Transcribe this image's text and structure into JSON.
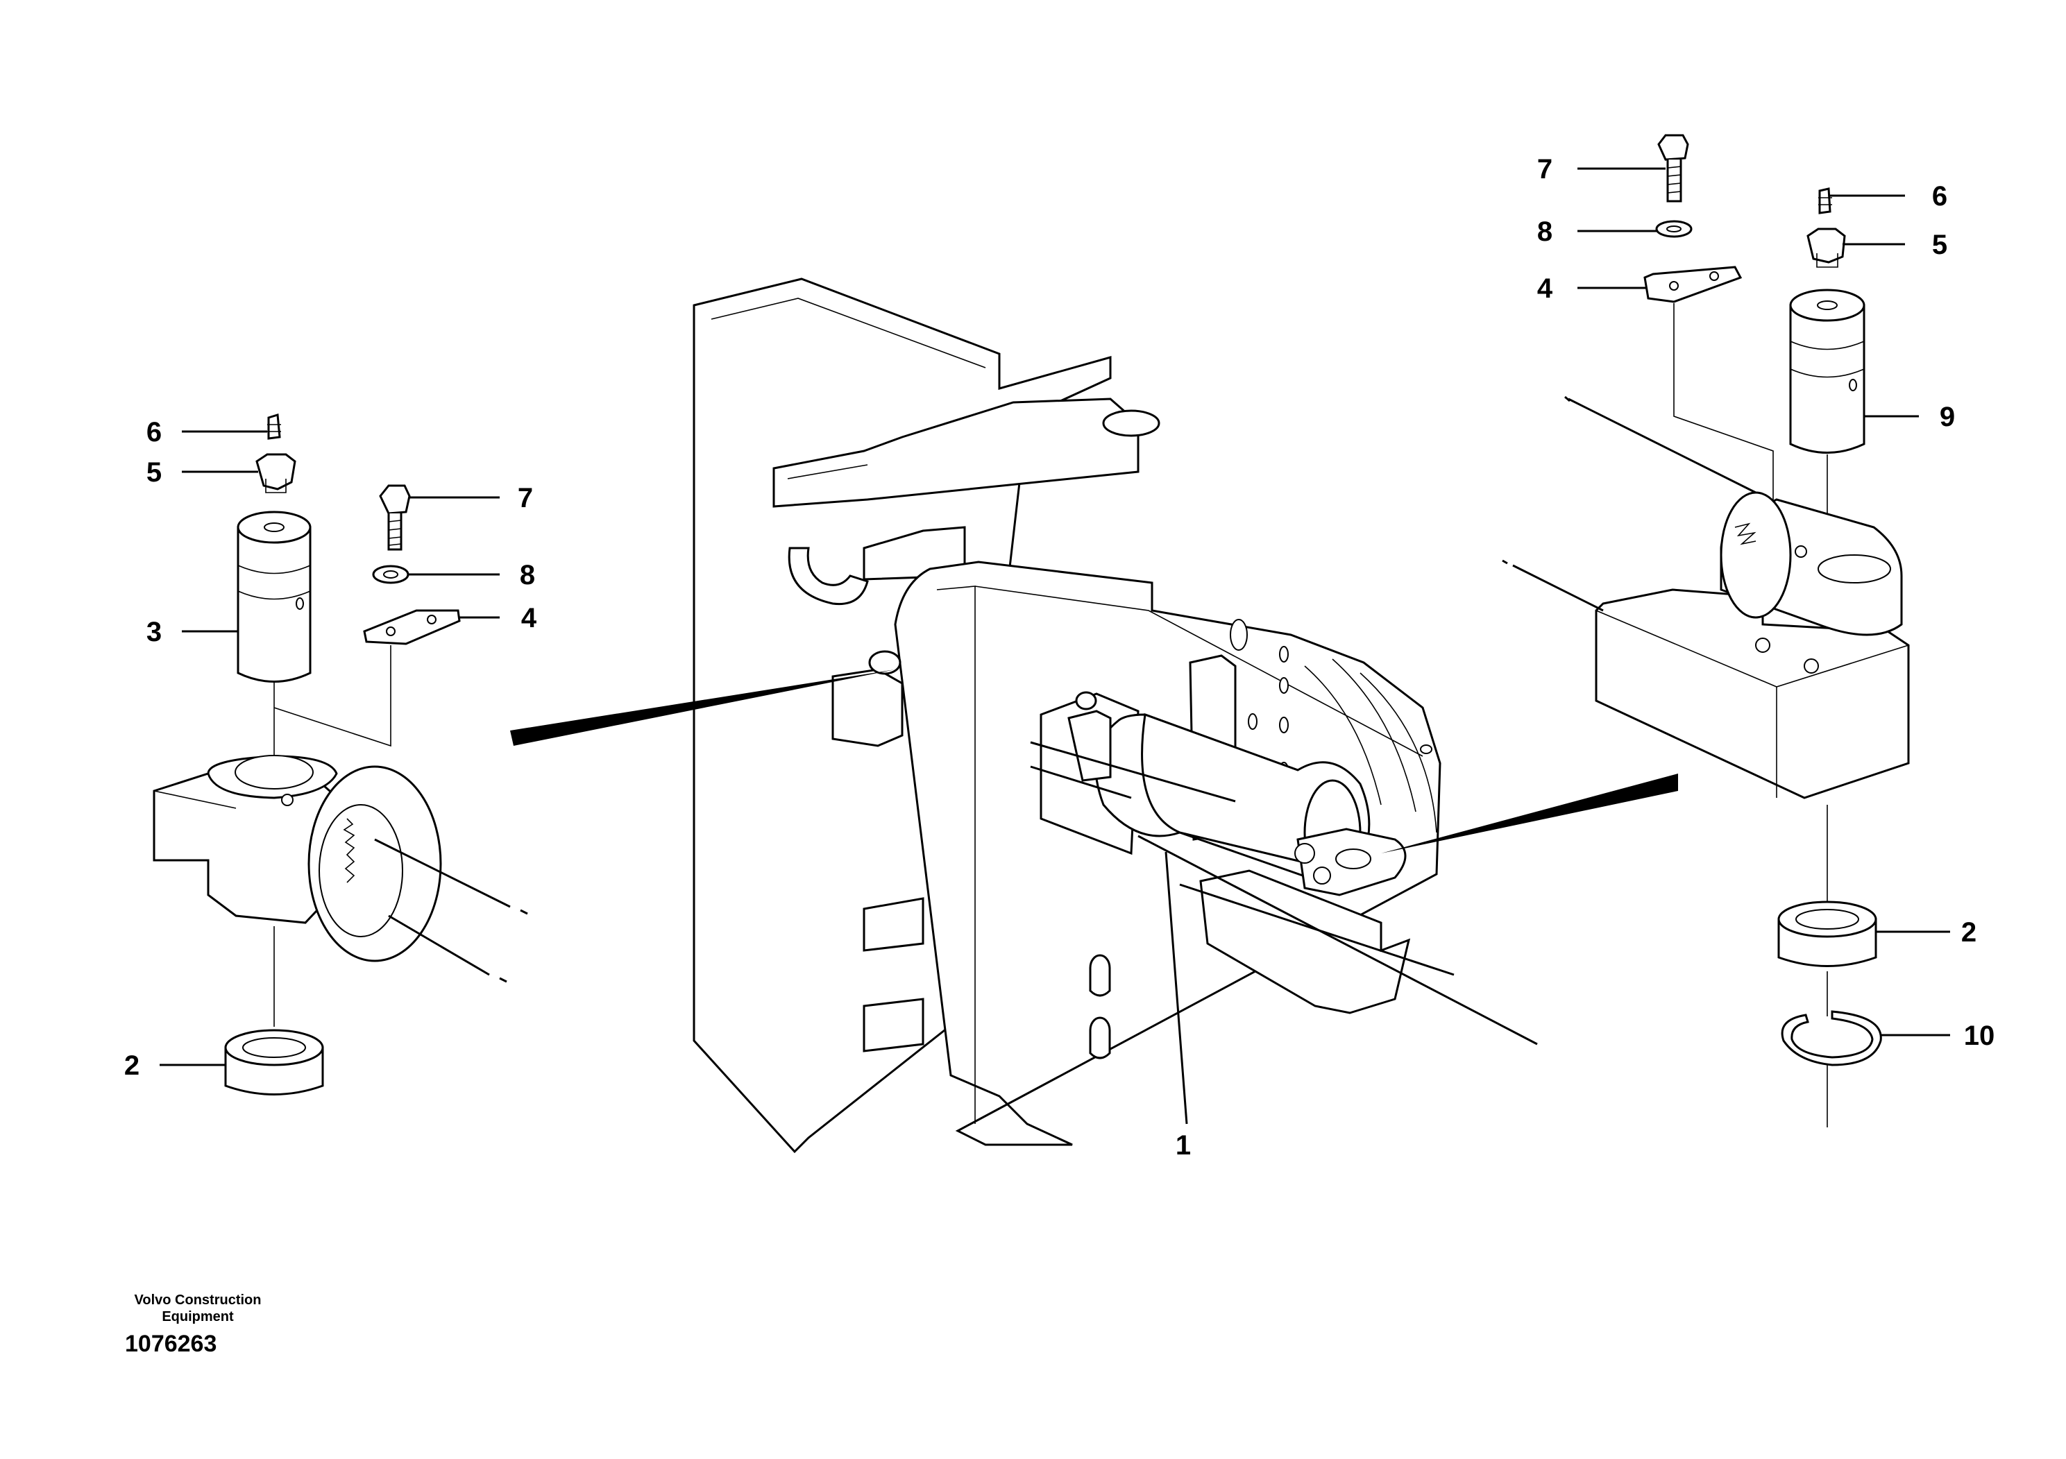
{
  "callouts": {
    "left": {
      "c6": "6",
      "c5": "5",
      "c3": "3",
      "c7": "7",
      "c8": "8",
      "c4": "4",
      "c2": "2"
    },
    "center": {
      "c1": "1"
    },
    "right": {
      "c7": "7",
      "c8": "8",
      "c4": "4",
      "c6": "6",
      "c5": "5",
      "c9": "9",
      "c2": "2",
      "c10": "10"
    }
  },
  "footer": {
    "company_line1": "Volvo Construction",
    "company_line2": "Equipment",
    "document_number": "1076263"
  }
}
